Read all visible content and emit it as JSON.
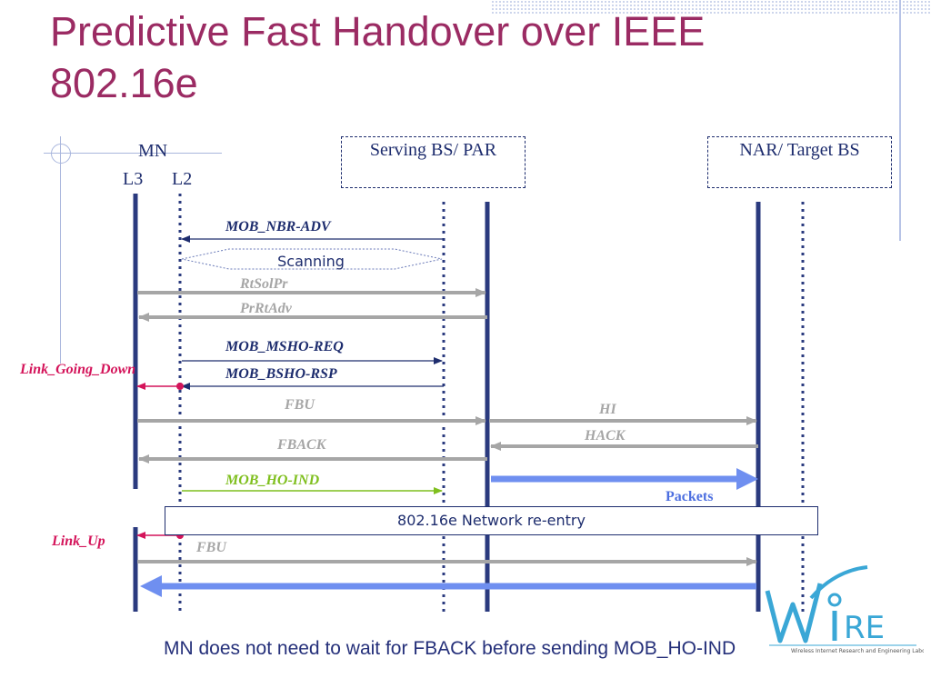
{
  "title": {
    "line1": "Predictive Fast Handover over IEEE",
    "line2": "802.16e"
  },
  "entities": {
    "mn": "MN",
    "l3": "L3",
    "l2": "L2",
    "serving": "Serving BS/  PAR",
    "target": "NAR/  Target BS"
  },
  "messages": {
    "mob_nbr_adv": "MOB_NBR-ADV",
    "scanning": "Scanning",
    "rtsolpr": "RtSolPr",
    "prrtadv": "PrRtAdv",
    "mob_msho_req": "MOB_MSHO-REQ",
    "mob_bsho_rsp": "MOB_BSHO-RSP",
    "link_going_down": "Link_Going_Down",
    "fbu1": "FBU",
    "hi": "HI",
    "hack": "HACK",
    "fback": "FBACK",
    "mob_ho_ind": "MOB_HO-IND",
    "packets": "Packets",
    "network_reentry": "802.16e Network re-entry",
    "link_up": "Link_Up",
    "fbu2": "FBU"
  },
  "caption": "MN does not need to wait for FBACK before sending MOB_HO-IND",
  "logo": {
    "word": "WiRE",
    "tagline": "Wireless Internet Research and Engineering Laboratory"
  },
  "colors": {
    "title": "#9b2b63",
    "navy": "#1e2d6e",
    "gray_arrow": "#a6a6a6",
    "red": "#d4145a",
    "green": "#7fbf1e",
    "packets_blue": "#6f8ff0"
  }
}
